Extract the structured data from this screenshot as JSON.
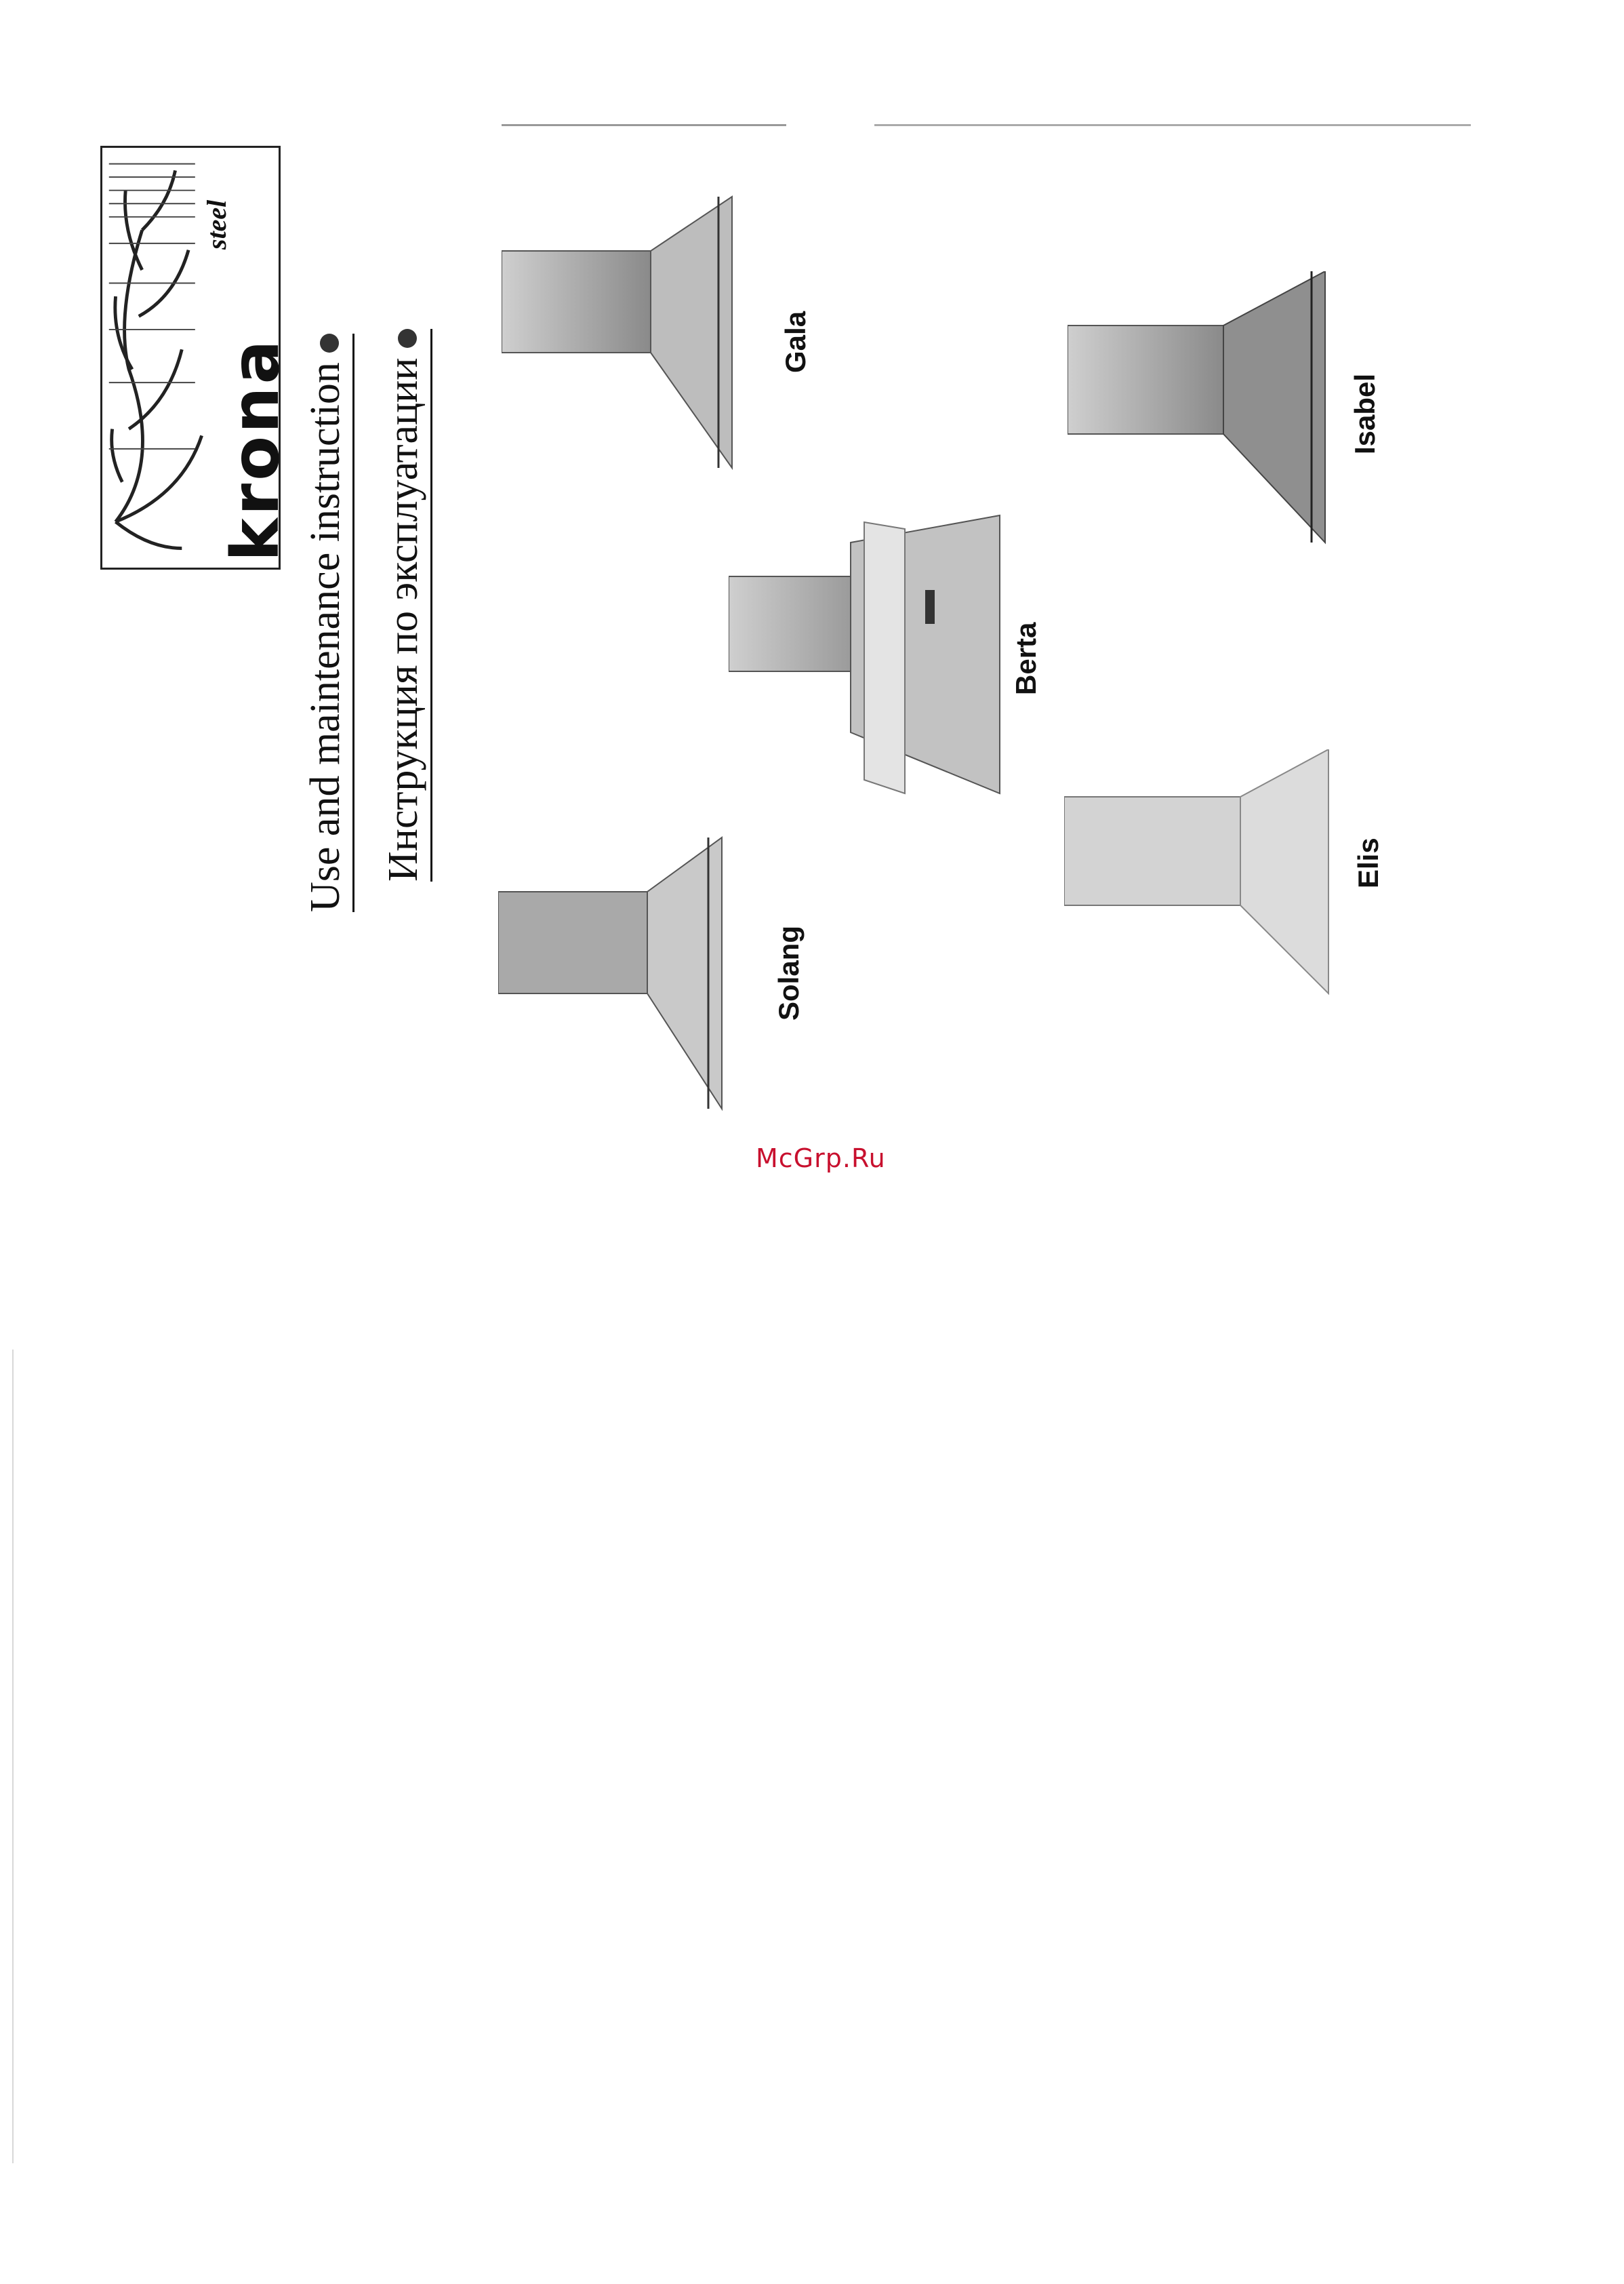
{
  "brand": {
    "wordmark": "krona",
    "sub": "steel"
  },
  "title": {
    "en": "Use and maintenance instruction",
    "ru": "Инструкция по эксплуатации"
  },
  "models": [
    {
      "label": "Gala"
    },
    {
      "label": "Berta"
    },
    {
      "label": "Solang"
    },
    {
      "label": "Isabel"
    },
    {
      "label": "Elis"
    }
  ],
  "watermark": "McGrp.Ru"
}
